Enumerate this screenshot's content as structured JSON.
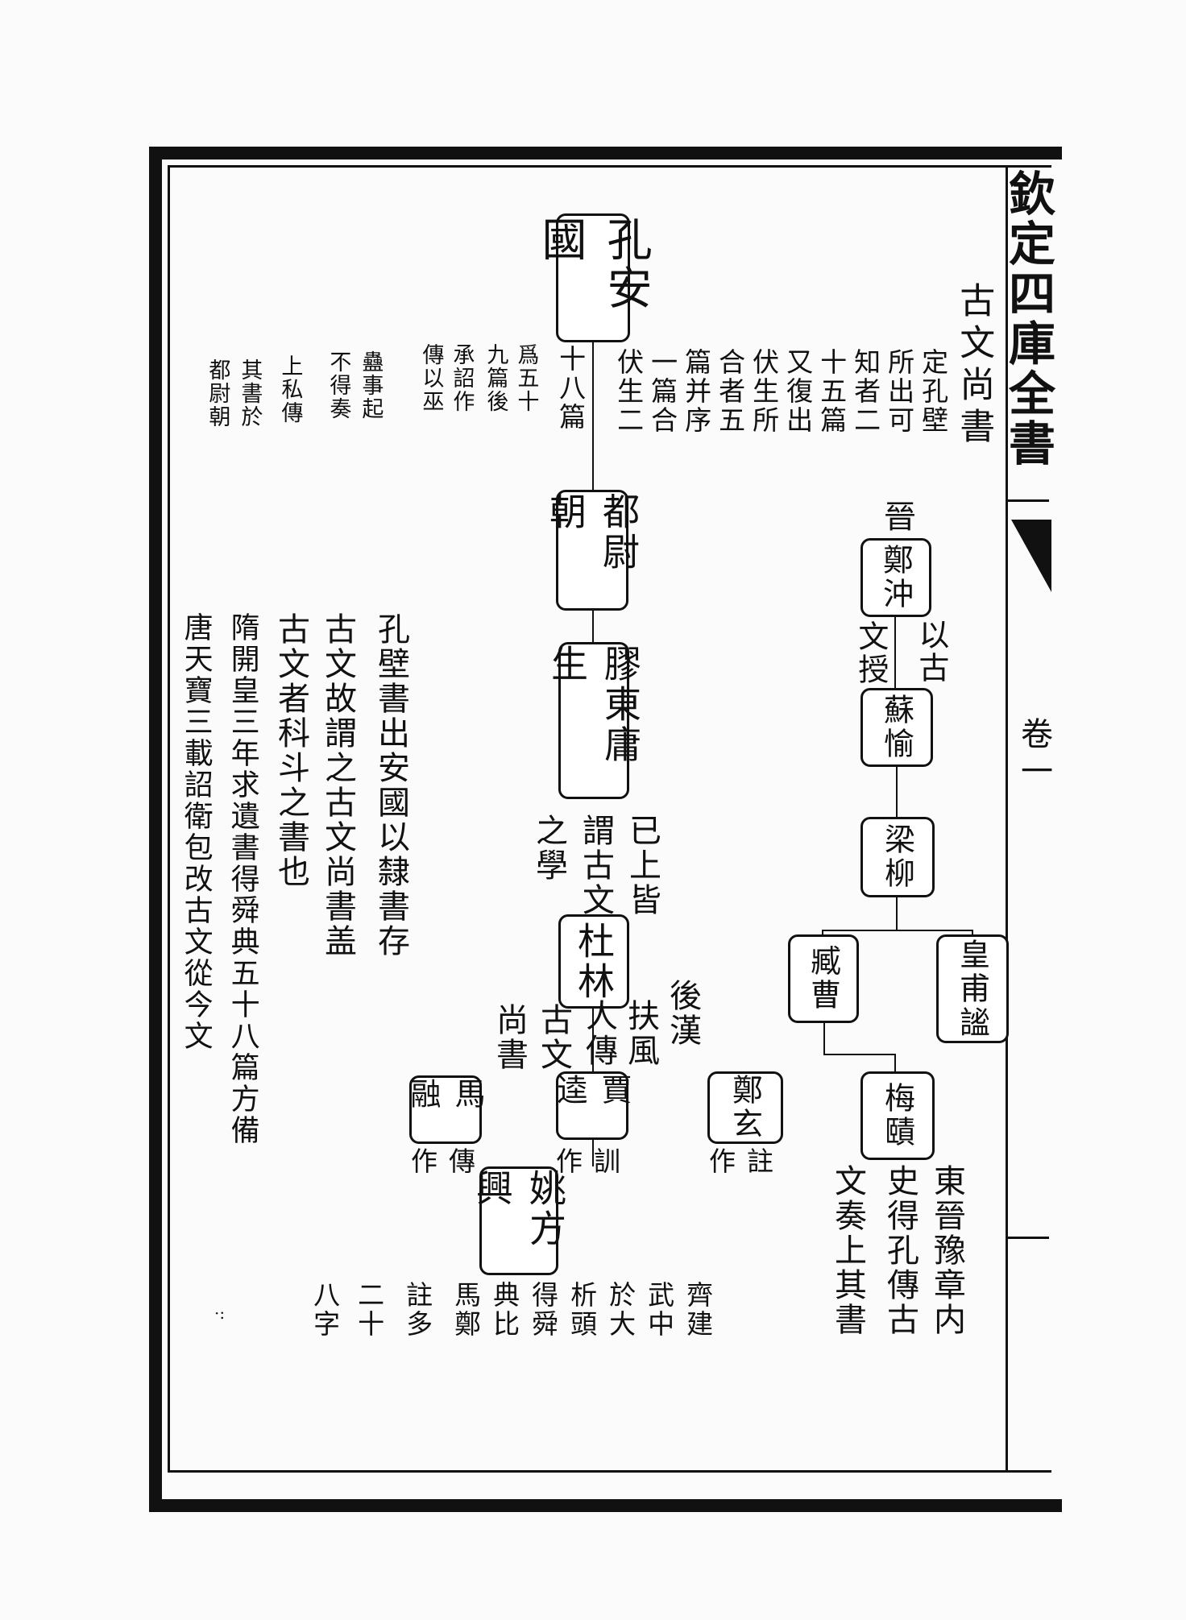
{
  "margin": {
    "title": "欽定四庫全書",
    "volume": "卷一"
  },
  "heading": "古文尚書",
  "intro_note": [
    "定孔壁",
    "所出可",
    "知者二",
    "十五篇",
    "又復出",
    "伏生所",
    "合者五",
    "篇并序",
    "一篇合",
    "伏生二"
  ],
  "kong_note_a": [
    "十八篇"
  ],
  "kong_note_b": [
    "爲五十",
    "九篇後",
    "承詔作",
    "傳以巫",
    "蠱事起",
    "不得奏",
    "上私傳",
    "其書於",
    "都尉朝"
  ],
  "nodes": {
    "kong_anguo": "孔安國",
    "du_weichao": "都尉朝",
    "jiaodong": "膠東庸生",
    "du_lin": "杜林",
    "jia_kui": "賈逵",
    "ma_rong": "馬融",
    "zheng_xuan": "鄭玄",
    "yao_fangxing": "姚方興",
    "zheng_chong": "鄭沖",
    "su_yu": "蘇愉",
    "liang_liu": "梁柳",
    "zang_cao": "臧曹",
    "huangfu_mi": "皇甫謐",
    "mei_ze": "梅賾"
  },
  "annotations": {
    "jin": "晉",
    "yigu": [
      "以古",
      "文授"
    ],
    "yishang": [
      "已上皆",
      "謂古文",
      "之學"
    ],
    "houhan": [
      "後漢",
      "扶風",
      "人傳",
      "古文",
      "尚書"
    ],
    "ma_rong_note": "作傳",
    "jia_kui_note": "作訓",
    "zheng_xuan_note": "作註",
    "yao_note": [
      "齊建",
      "武中",
      "於大",
      "析頭",
      "得舜",
      "典比",
      "馬鄭",
      "註多",
      "二十",
      "八字"
    ],
    "mei_note": [
      "東晉豫章内",
      "史得孔傳古",
      "文奏上其書"
    ]
  },
  "left_notes": [
    "孔壁書出安國以隸書存",
    "古文故謂之古文尚書盖",
    "古文者科斗之書也",
    "隋開皇三年求遺書得舜典五十八篇方備",
    "唐天寶三載詔衛包改古文從今文"
  ]
}
